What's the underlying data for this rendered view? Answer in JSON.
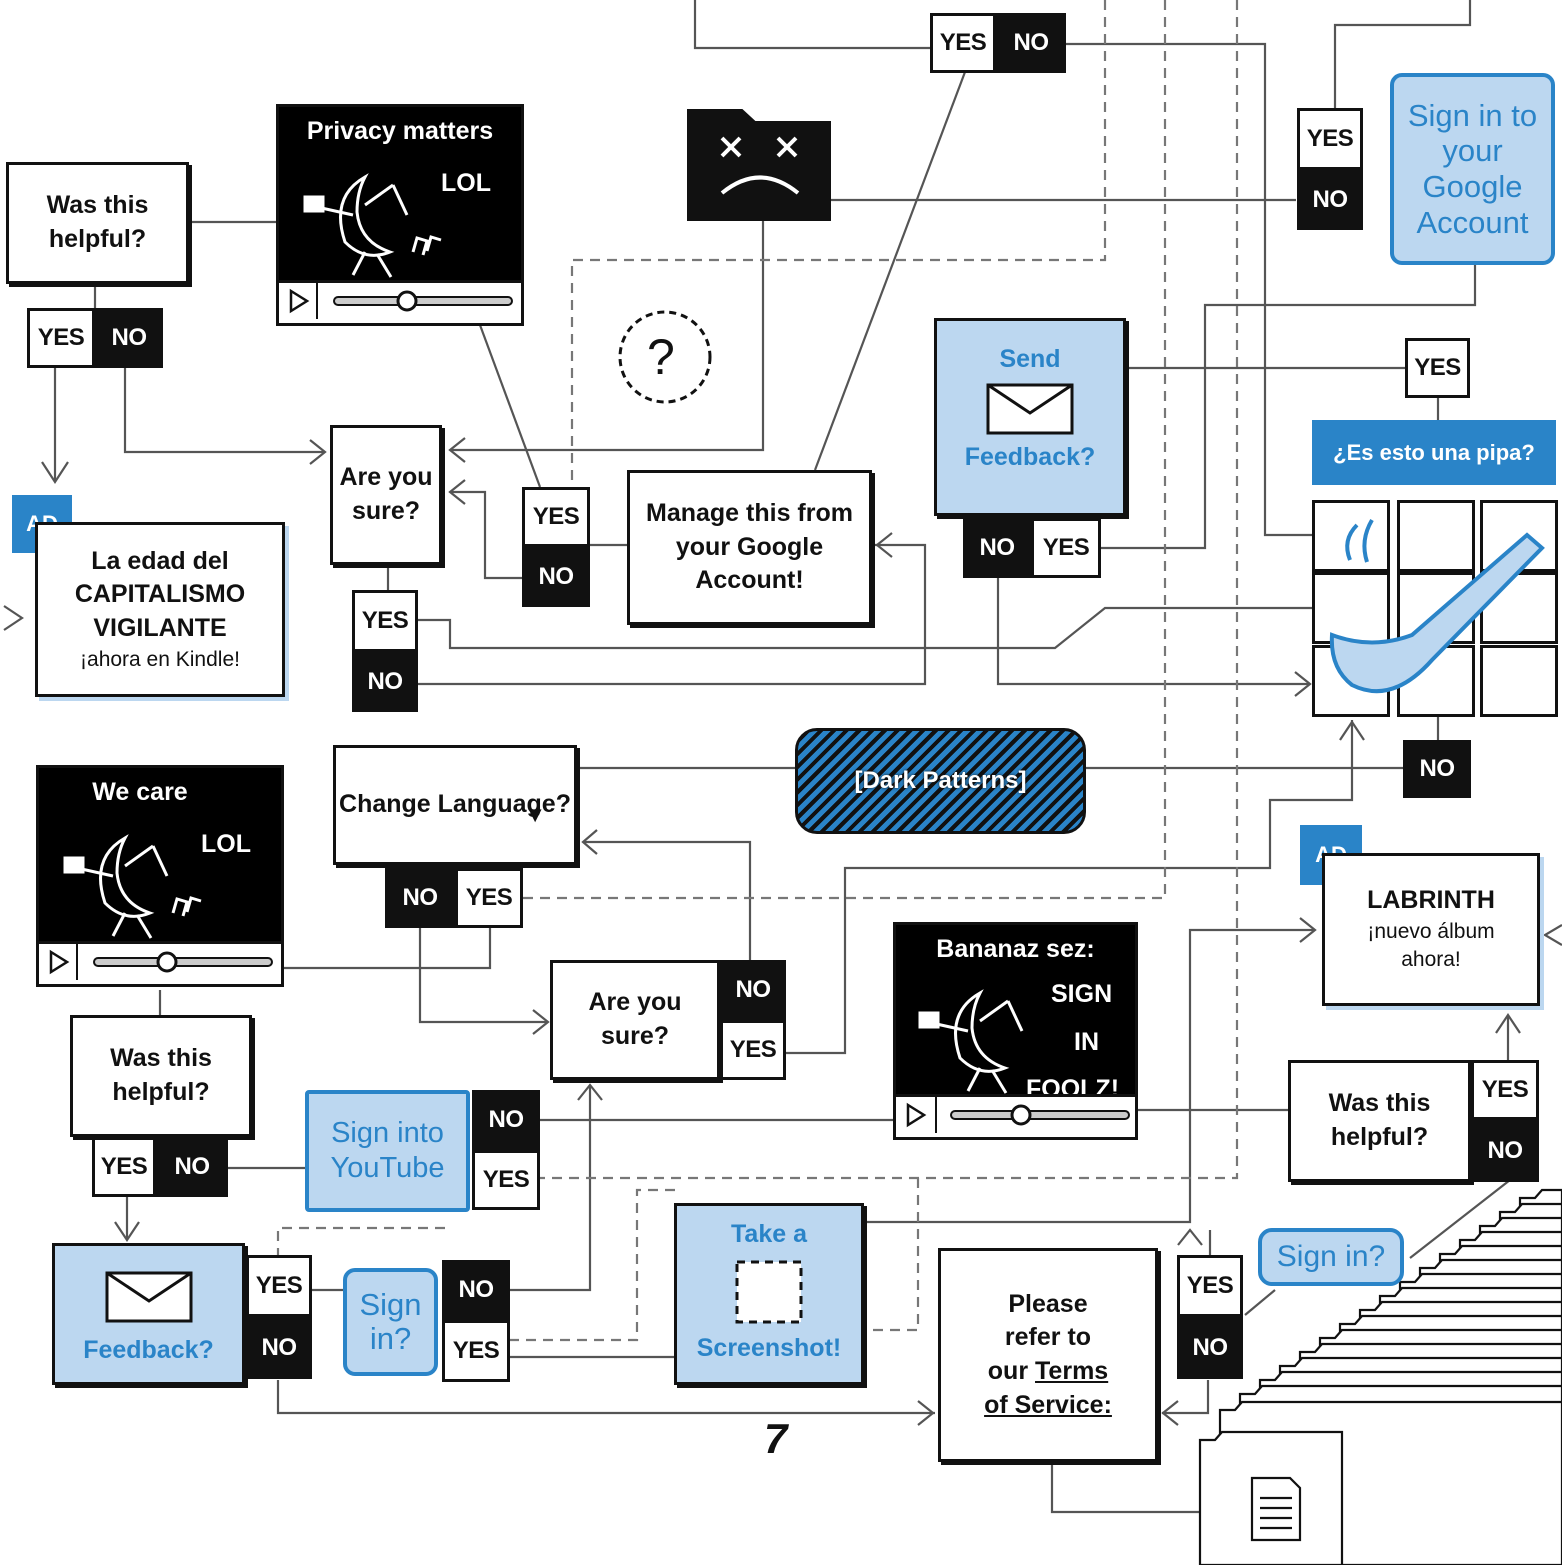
{
  "yes": "YES",
  "no": "NO",
  "was_helpful": "Was this helpful?",
  "are_you_sure": "Are you sure?",
  "privacy_video": {
    "title": "Privacy matters",
    "lol": "LOL"
  },
  "care_video": {
    "title": "We care",
    "lol": "LOL"
  },
  "bananaz_video": {
    "title": "Bananaz sez:",
    "l1": "SIGN",
    "l2": "IN",
    "l3": "FOOLZ!"
  },
  "sign_in_google": "Sign in to your Google Account",
  "send_feedback": {
    "top": "Send",
    "bottom": "Feedback?"
  },
  "feedback": "Feedback?",
  "pipa_question": "¿Es esto una pipa?",
  "manage_google": "Manage this from your Google Account!",
  "ad_label": "AD",
  "ad_kindle": {
    "l1": "La edad del",
    "l2": "CAPITALISMO",
    "l3": "VIGILANTE",
    "l4": "¡ahora en Kindle!"
  },
  "ad_labrinth": {
    "l1": "LABRINTH",
    "l2": "¡nuevo álbum",
    "l3": "ahora!"
  },
  "change_language": "Change Language?",
  "dark_patterns": "[Dark Patterns]",
  "sign_into_youtube": "Sign into YouTube",
  "sign_in_q": "Sign in?",
  "screenshot": {
    "top": "Take a",
    "bottom": "Screenshot!"
  },
  "terms": {
    "l1": "Please",
    "l2": "refer to",
    "l3": "our",
    "terms": "Terms",
    "l4": "of Service:"
  },
  "question_mark": "?",
  "page_number": "7",
  "colors": {
    "accent": "#2a84c8",
    "light_blue": "#bcd7f0",
    "ink": "#111111"
  }
}
